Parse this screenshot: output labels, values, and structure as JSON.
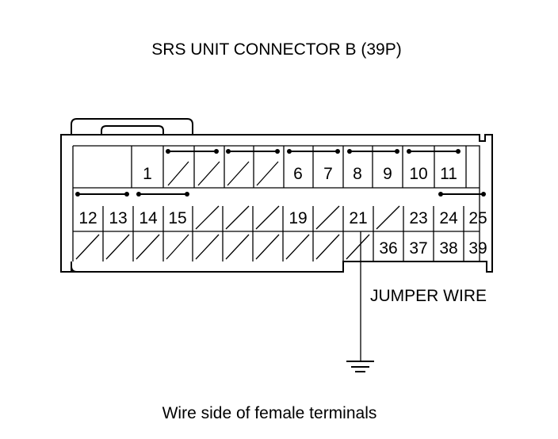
{
  "title": "SRS UNIT CONNECTOR B (39P)",
  "caption": "Wire side of female terminals",
  "jumper_label": "JUMPER WIRE",
  "rows": {
    "top": [
      "1",
      "",
      "",
      "",
      "",
      "6",
      "7",
      "8",
      "9",
      "10",
      "11"
    ],
    "middle": [
      "12",
      "13",
      "14",
      "15",
      "",
      "",
      "",
      "19",
      "",
      "21",
      "",
      "23",
      "24",
      "25"
    ],
    "bottom": [
      "",
      "",
      "",
      "",
      "",
      "",
      "",
      "",
      "",
      "",
      "",
      "36",
      "37",
      "38",
      "39"
    ]
  }
}
